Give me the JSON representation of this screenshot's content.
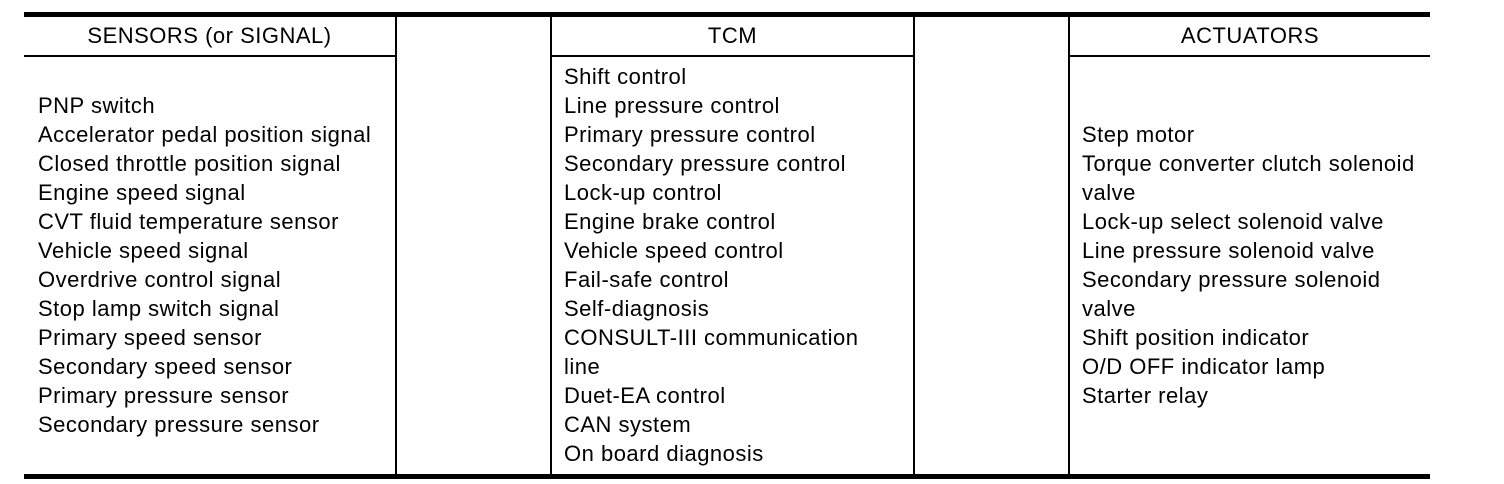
{
  "diagram": {
    "description": "TCM input/output table",
    "colors": {
      "ink": "#000000",
      "background": "#ffffff"
    },
    "columns": [
      {
        "id": "sensors",
        "header": "SENSORS (or SIGNAL)",
        "items": [
          "PNP switch",
          "Accelerator pedal position signal",
          "Closed throttle position signal",
          "Engine speed signal",
          "CVT fluid temperature sensor",
          "Vehicle speed signal",
          "Overdrive control signal",
          "Stop lamp switch signal",
          "Primary speed sensor",
          "Secondary speed sensor",
          "Primary pressure sensor",
          "Secondary pressure sensor"
        ]
      },
      {
        "id": "tcm",
        "header": "TCM",
        "items": [
          "Shift control",
          "Line pressure control",
          "Primary pressure control",
          "Secondary pressure control",
          "Lock-up control",
          "Engine brake control",
          "Vehicle speed control",
          "Fail-safe control",
          "Self-diagnosis",
          "CONSULT-III communication\nline",
          "Duet-EA control",
          "CAN system",
          "On board diagnosis"
        ]
      },
      {
        "id": "actuators",
        "header": "ACTUATORS",
        "items": [
          "Step motor",
          "Torque converter clutch solenoid\nvalve",
          "Lock-up select solenoid valve",
          "Line pressure solenoid valve",
          "Secondary pressure solenoid\nvalve",
          "Shift position indicator",
          "O/D OFF indicator lamp",
          "Starter relay"
        ]
      }
    ]
  }
}
